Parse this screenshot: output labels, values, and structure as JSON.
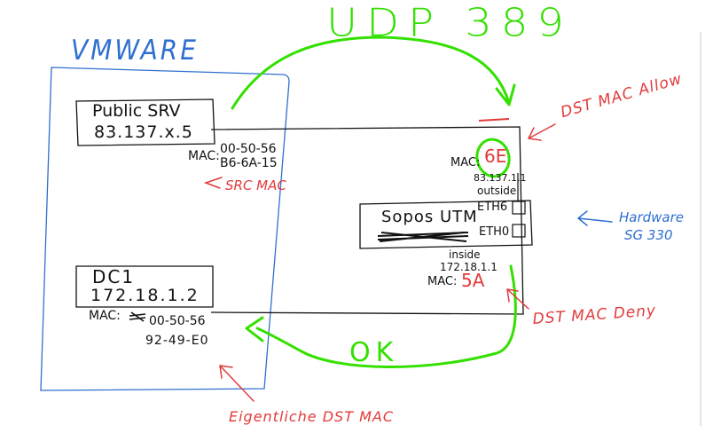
{
  "title": "UDP 389",
  "vmware_label": "VMWARE",
  "public_srv": {
    "name": "Public SRV",
    "ip": "83.137.x.5"
  },
  "public_mac": {
    "prefix": "MAC:",
    "line1": "00-50-56",
    "line2": "B6-6A-15"
  },
  "src_mac_label": "SRC MAC",
  "dc1": {
    "name": "DC1",
    "ip": "172.18.1.2"
  },
  "dc1_mac": {
    "prefix": "MAC:",
    "line1": "00-50-56",
    "line2": "92-49-E0"
  },
  "eigentliche_label": "Eigentliche DST MAC",
  "utm": {
    "name": "Sopos UTM",
    "outside_mac_prefix": "MAC:",
    "outside_mac_value": "6E",
    "outside_ip": "83.137.1.1",
    "outside_label": "outside",
    "eth6": "ETH6",
    "eth0": "ETH0",
    "inside_label": "inside",
    "inside_ip": "172.18.1.1",
    "inside_mac_prefix": "MAC:",
    "inside_mac_value": "5A"
  },
  "dst_mac_allow": "DST MAC Allow",
  "dst_mac_deny": "DST MAC Deny",
  "hardware_label": {
    "line1": "Hardware",
    "line2": "SG 330"
  },
  "ok_label": "OK",
  "colors": {
    "green": "#33e000",
    "red": "#e23a3a",
    "blue": "#2f6fd0",
    "black": "#111111"
  }
}
